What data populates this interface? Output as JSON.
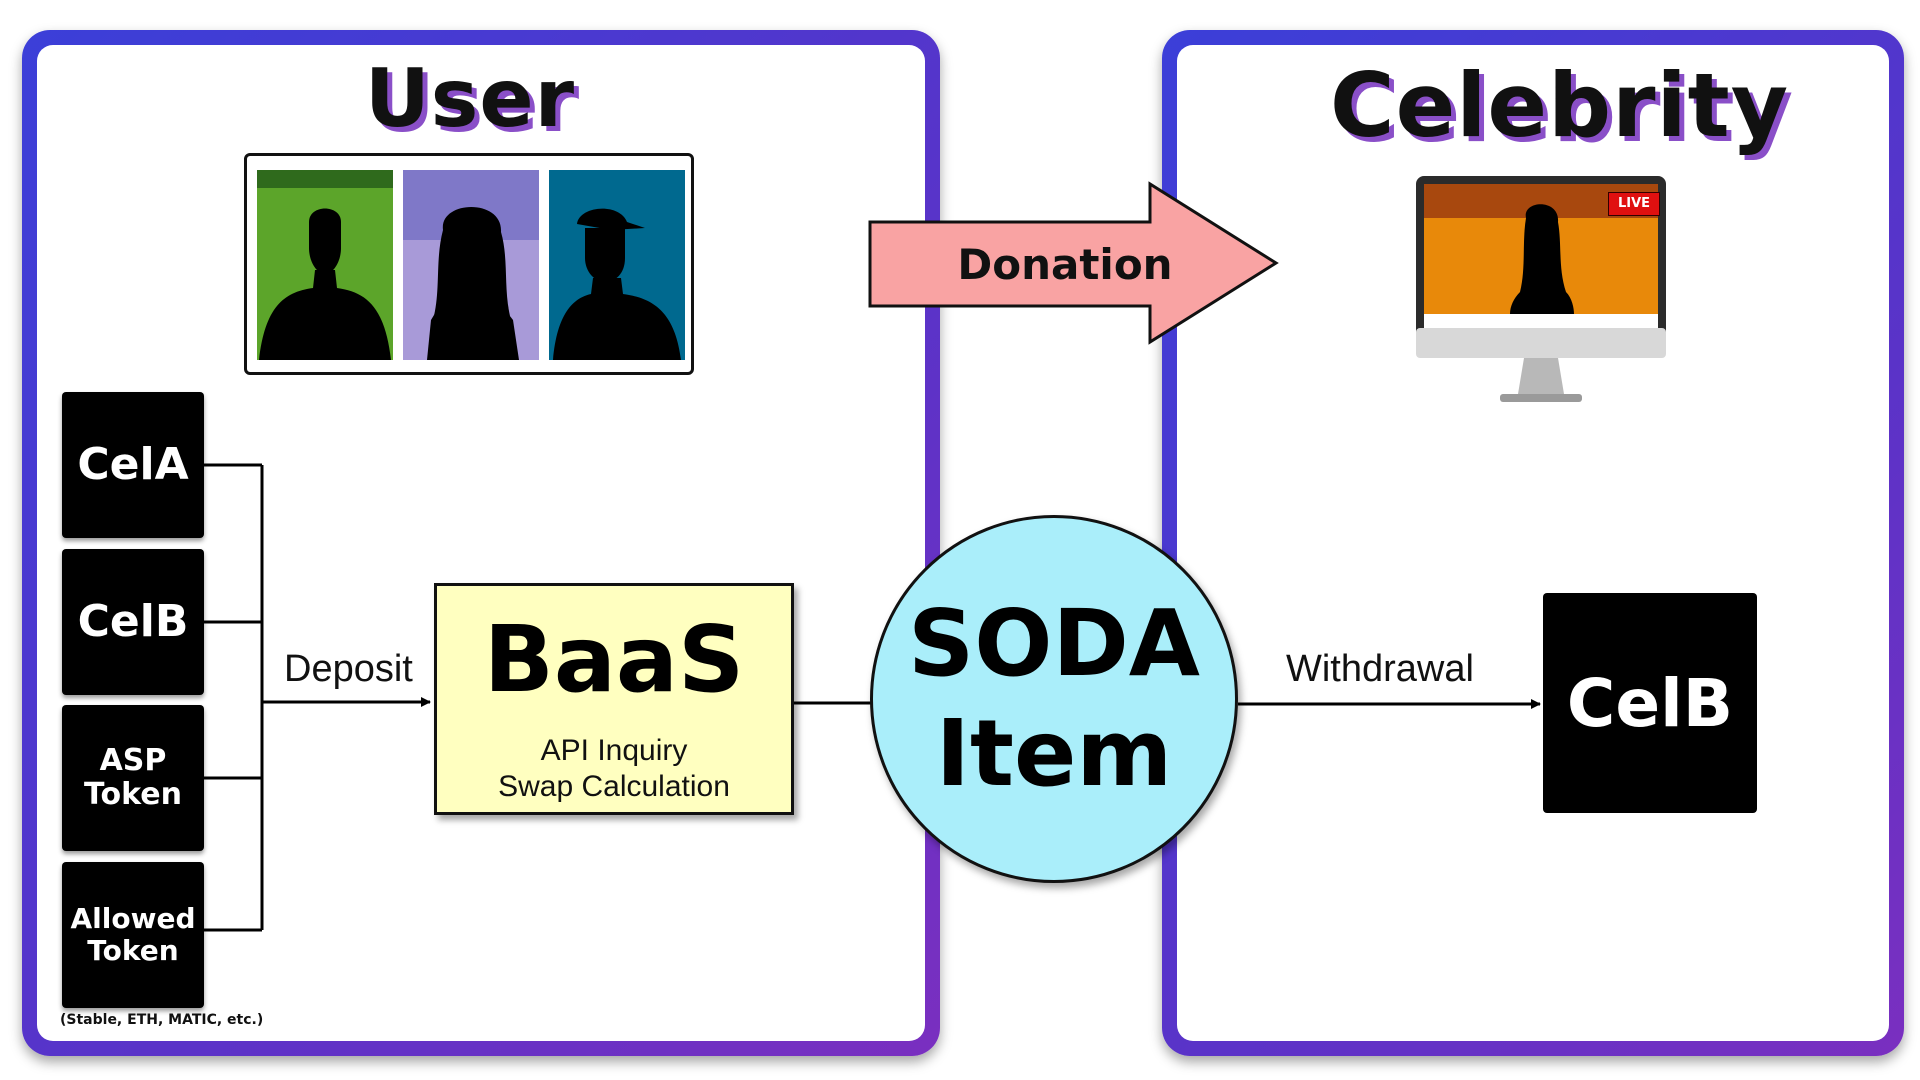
{
  "user_panel": {
    "title": "User",
    "tokens": [
      {
        "label": "CelA"
      },
      {
        "label": "CelB"
      },
      {
        "label_line1": "ASP",
        "label_line2": "Token"
      },
      {
        "label_line1": "Allowed",
        "label_line2": "Token"
      }
    ],
    "token_note": "(Stable, ETH, MATIC, etc.)",
    "deposit_label": "Deposit",
    "baas": {
      "title": "BaaS",
      "line1": "API Inquiry",
      "line2": "Swap Calculation"
    }
  },
  "center": {
    "soda_line1": "SODA",
    "soda_line2": "Item",
    "donation_label": "Donation"
  },
  "celebrity_panel": {
    "title": "Celebrity",
    "live_badge": "LIVE",
    "withdrawal_label": "Withdrawal",
    "output_token": "CelB"
  },
  "colors": {
    "panel_border": "#4a3ad0",
    "baas_fill": "#ffffc0",
    "soda_fill": "#aaeefa",
    "donation_arrow": "#f9a3a3",
    "monitor_screen": "#e8890a",
    "live_red": "#e01010"
  }
}
